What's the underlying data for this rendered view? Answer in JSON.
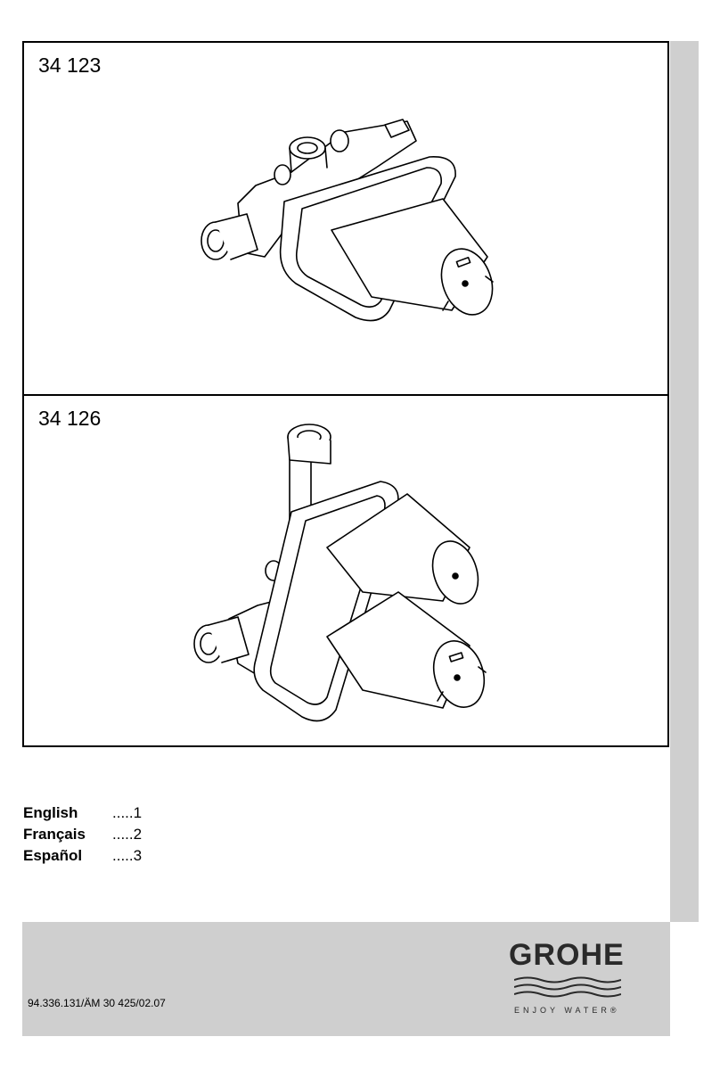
{
  "panels": [
    {
      "model": "34 123"
    },
    {
      "model": "34 126"
    }
  ],
  "languages": [
    {
      "name": "English",
      "page": ".....1"
    },
    {
      "name": "Français",
      "page": ".....2"
    },
    {
      "name": "Español",
      "page": ".....3"
    }
  ],
  "footer": {
    "doc_code": "94.336.131/ÄM 30 425/02.07",
    "brand": "GROHE",
    "tagline": "ENJOY WATER®"
  },
  "colors": {
    "band_gray": "#cfcfcf",
    "line": "#000000"
  },
  "icons": {
    "logo_waves": "three-wave-lines-icon"
  }
}
